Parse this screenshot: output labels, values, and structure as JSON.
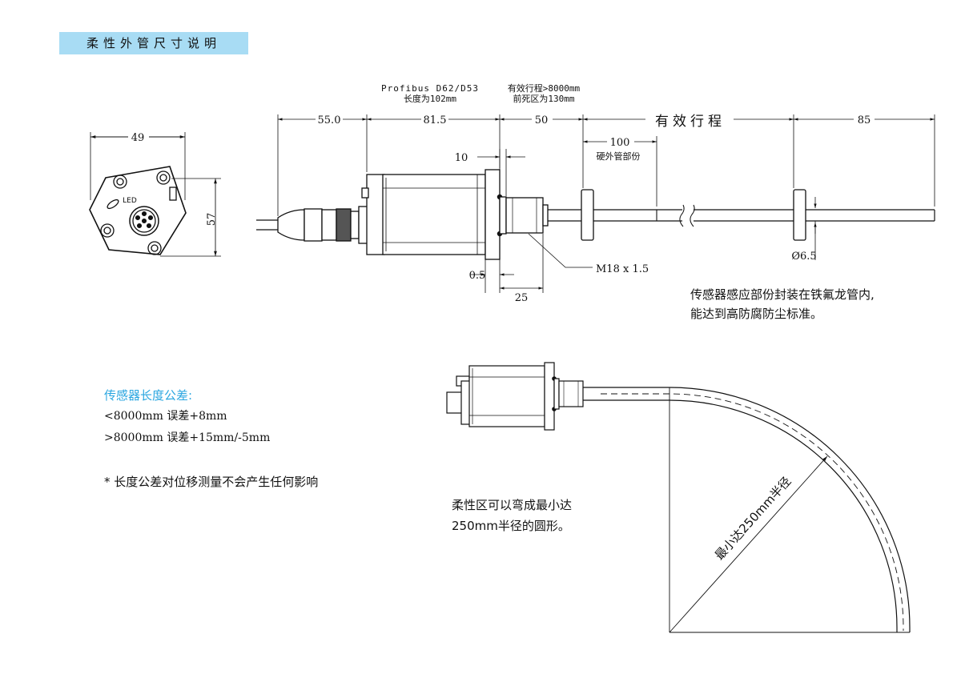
{
  "header": {
    "title": "柔性外管尺寸说明"
  },
  "dimensions": {
    "front_width": "49",
    "front_height": "57",
    "led": "LED",
    "d_55": "55.0",
    "d_81": "81.5",
    "d_50": "50",
    "stroke_label": "有效行程",
    "d_85": "85",
    "d_100": "100",
    "hard_tube": "硬外管部份",
    "d_10": "10",
    "d_05": "0.5",
    "d_25": "25",
    "thread": "M18 x 1.5",
    "diameter": "Ø6.5",
    "profibus_line1": "Profibus D62/D53",
    "profibus_line2": "长度为102mm",
    "stroke_note_line1": "有效行程>8000mm",
    "stroke_note_line2": "前死区为130mm",
    "radius_label": "最小达250mm半径"
  },
  "notes": {
    "sealing_line1": "传感器感应部份封装在铁氟龙管内,",
    "sealing_line2": "能达到高防腐防尘标准。",
    "tolerance_title": "传感器长度公差:",
    "tolerance_row1": "<8000mm  误差+8mm",
    "tolerance_row2": ">8000mm  误差+15mm/-5mm",
    "remark": "*  长度公差对位移测量不会产生任何影响",
    "bend_line1": "柔性区可以弯成最小达",
    "bend_line2": "250mm半径的圆形。"
  },
  "colors": {
    "header_bg": "#a8dcf4",
    "accent": "#2aa6e0"
  }
}
